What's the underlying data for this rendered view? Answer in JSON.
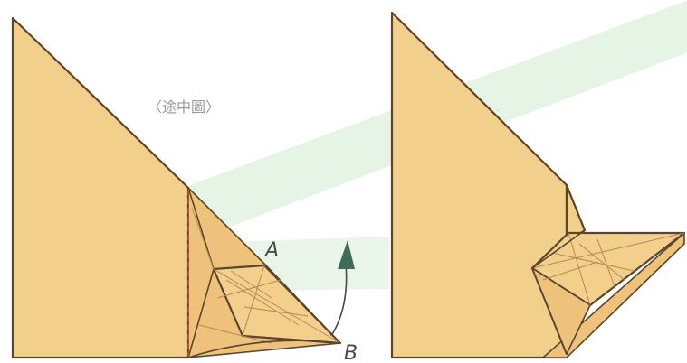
{
  "caption": "〈途中圖〉",
  "labels": {
    "point_a": "A",
    "point_b": "B"
  },
  "colors": {
    "paper": "#f3cf8c",
    "outline": "#5a4530",
    "mountain_fold": "#c0502a",
    "arrow": "#3f6b5b",
    "background_stripe": "#dff0df"
  }
}
